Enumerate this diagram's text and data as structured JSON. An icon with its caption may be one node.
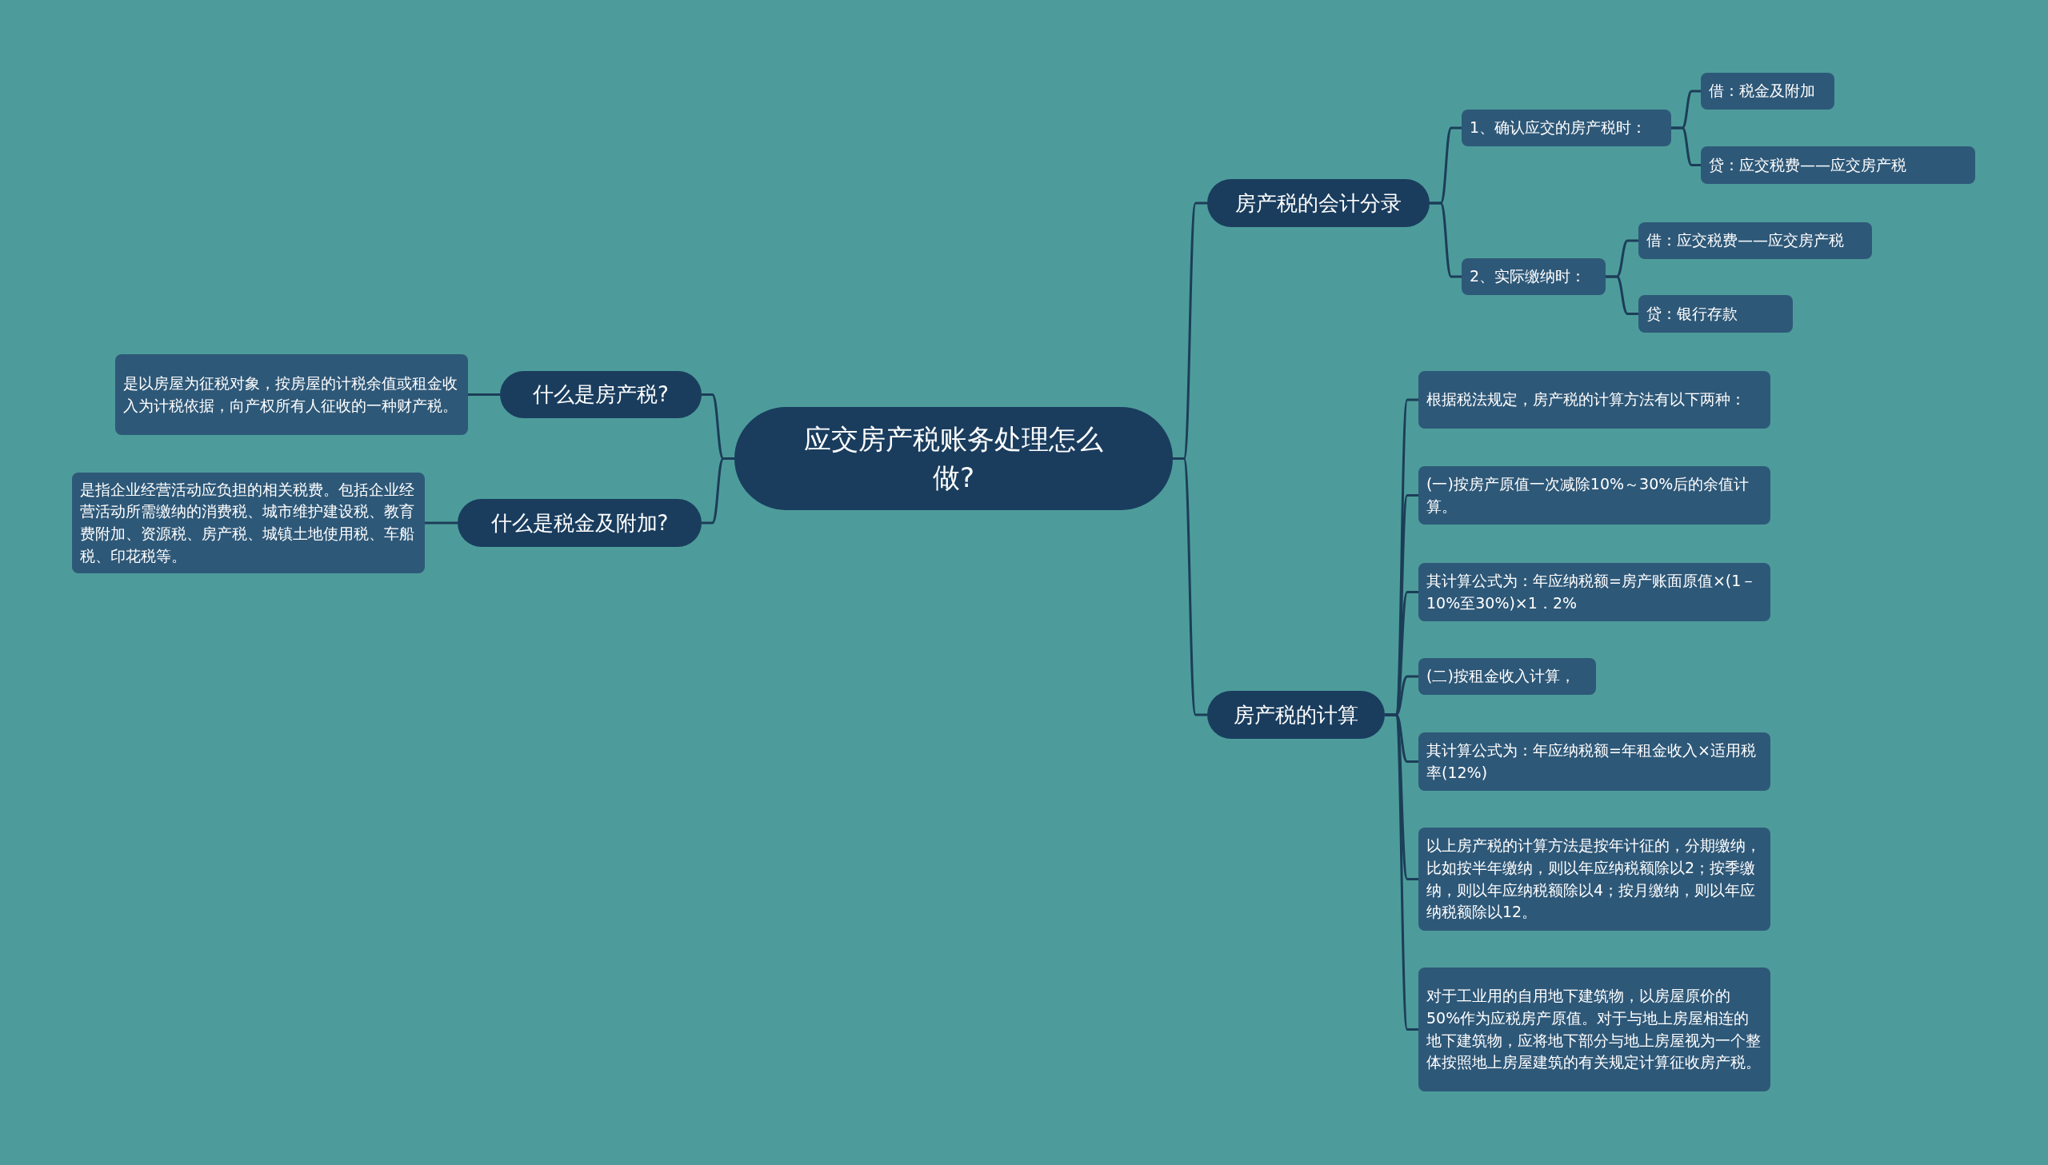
{
  "diagram": {
    "nodes": [
      {
        "text": [
          "应交房产税账务处理怎么做?"
        ]
      },
      {
        "text": [
          "房产税的会计分录"
        ]
      },
      {
        "text": [
          "1、确认应交的房产税时："
        ]
      },
      {
        "text": [
          "借：税金及附加"
        ]
      },
      {
        "text": [
          "贷：应交税费——应交房产税"
        ]
      },
      {
        "text": [
          "2、实际缴纳时："
        ]
      },
      {
        "text": [
          "借：应交税费——应交房产税"
        ]
      },
      {
        "text": [
          "贷：银行存款"
        ]
      },
      {
        "text": [
          "房产税的计算"
        ]
      },
      {
        "text": [
          "根据税法规定，房产税的计算方法有以下两种："
        ]
      },
      {
        "text": [
          "(一)按房产原值一次减除10%～30%后的余值计算。"
        ]
      },
      {
        "text": [
          "其计算公式为：年应纳税额=房产账面原值×(1－10%至30%)×1．2%"
        ]
      },
      {
        "text": [
          "(二)按租金收入计算，"
        ]
      },
      {
        "text": [
          "其计算公式为：年应纳税额=年租金收入×适用税率(12%)"
        ]
      },
      {
        "text": [
          "以上房产税的计算方法是按年计征的，分期缴纳，比如按半年缴纳，则以年应纳税额除以2；按季缴纳，则以年应纳税额除以4；按月缴纳，则以年应纳税额除以12。"
        ]
      },
      {
        "text": [
          "对于工业用的自用地下建筑物，以房屋原价的50%作为应税房产原值。对于与地上房屋相连的地下建筑物，应将地下部分与地上房屋视为一个整体按照地上房屋建筑的有关规定计算征收房产税。"
        ]
      },
      {
        "text": [
          "什么是房产税?"
        ]
      },
      {
        "text": [
          "是以房屋为征税对象，按房屋的计税余值或租金收入为计税依据，向产权所有人征收的一种财产税。"
        ]
      },
      {
        "text": [
          "什么是税金及附加?"
        ]
      },
      {
        "text": [
          "是指企业经营活动应负担的相关税费。包括企业经营活动所需缴纳的消费税、城市维护建设税、教育费附加、资源税、房产税、城镇土地使用税、车船税、印花税等。"
        ]
      }
    ],
    "edges": [
      {
        "from": 0,
        "to": 1,
        "arrow": "none"
      },
      {
        "from": 1,
        "to": 2,
        "arrow": "none"
      },
      {
        "from": 2,
        "to": 3,
        "arrow": "none"
      },
      {
        "from": 2,
        "to": 4,
        "arrow": "none"
      },
      {
        "from": 1,
        "to": 5,
        "arrow": "none"
      },
      {
        "from": 5,
        "to": 6,
        "arrow": "none"
      },
      {
        "from": 5,
        "to": 7,
        "arrow": "none"
      },
      {
        "from": 0,
        "to": 8,
        "arrow": "none"
      },
      {
        "from": 8,
        "to": 9,
        "arrow": "none"
      },
      {
        "from": 8,
        "to": 10,
        "arrow": "none"
      },
      {
        "from": 8,
        "to": 11,
        "arrow": "none"
      },
      {
        "from": 8,
        "to": 12,
        "arrow": "none"
      },
      {
        "from": 8,
        "to": 13,
        "arrow": "none"
      },
      {
        "from": 8,
        "to": 14,
        "arrow": "none"
      },
      {
        "from": 8,
        "to": 15,
        "arrow": "none"
      },
      {
        "from": 0,
        "to": 16,
        "arrow": "none"
      },
      {
        "from": 16,
        "to": 17,
        "arrow": "none"
      },
      {
        "from": 0,
        "to": 18,
        "arrow": "none"
      },
      {
        "from": 18,
        "to": 19,
        "arrow": "none"
      }
    ]
  }
}
